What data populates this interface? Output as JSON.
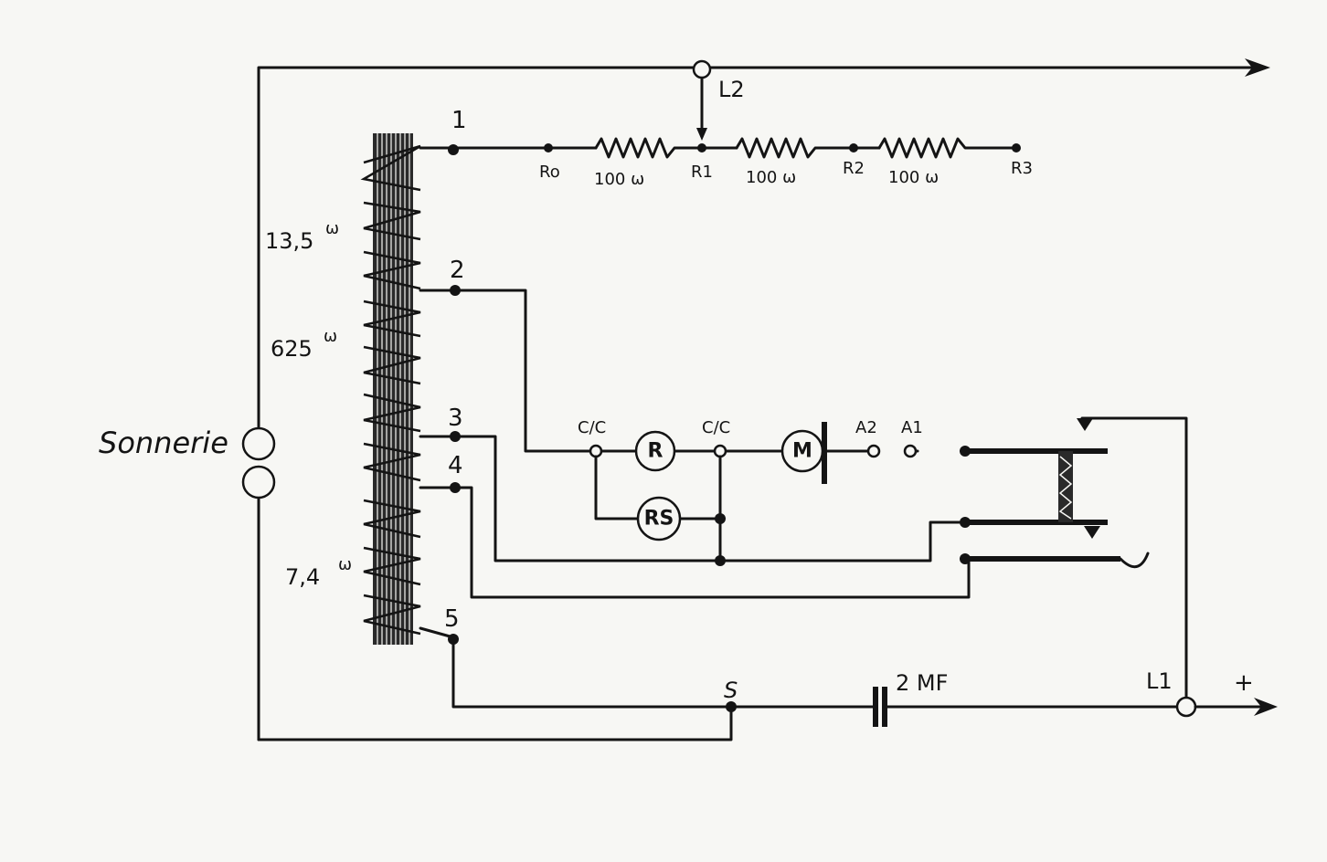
{
  "labels": {
    "bell": "Sonnerie",
    "line2": "L2",
    "line1": "L1",
    "plus": "+",
    "capacitor": "2 MF",
    "junction_s": "S",
    "winding_top": "13,5",
    "winding_mid": "625",
    "winding_bot": "7,4",
    "omega": "ω"
  },
  "taps": [
    "1",
    "2",
    "3",
    "4",
    "5"
  ],
  "resistor_chain": {
    "nodes": [
      "Ro",
      "R1",
      "R2",
      "R3"
    ],
    "values": [
      "100 ω",
      "100 ω",
      "100 ω"
    ]
  },
  "components": {
    "relay": "R",
    "shunt_relay": "RS",
    "motor": "M",
    "contact_cc_left": "C/C",
    "contact_cc_right": "C/C",
    "contact_a2": "A2",
    "contact_a1": "A1"
  }
}
